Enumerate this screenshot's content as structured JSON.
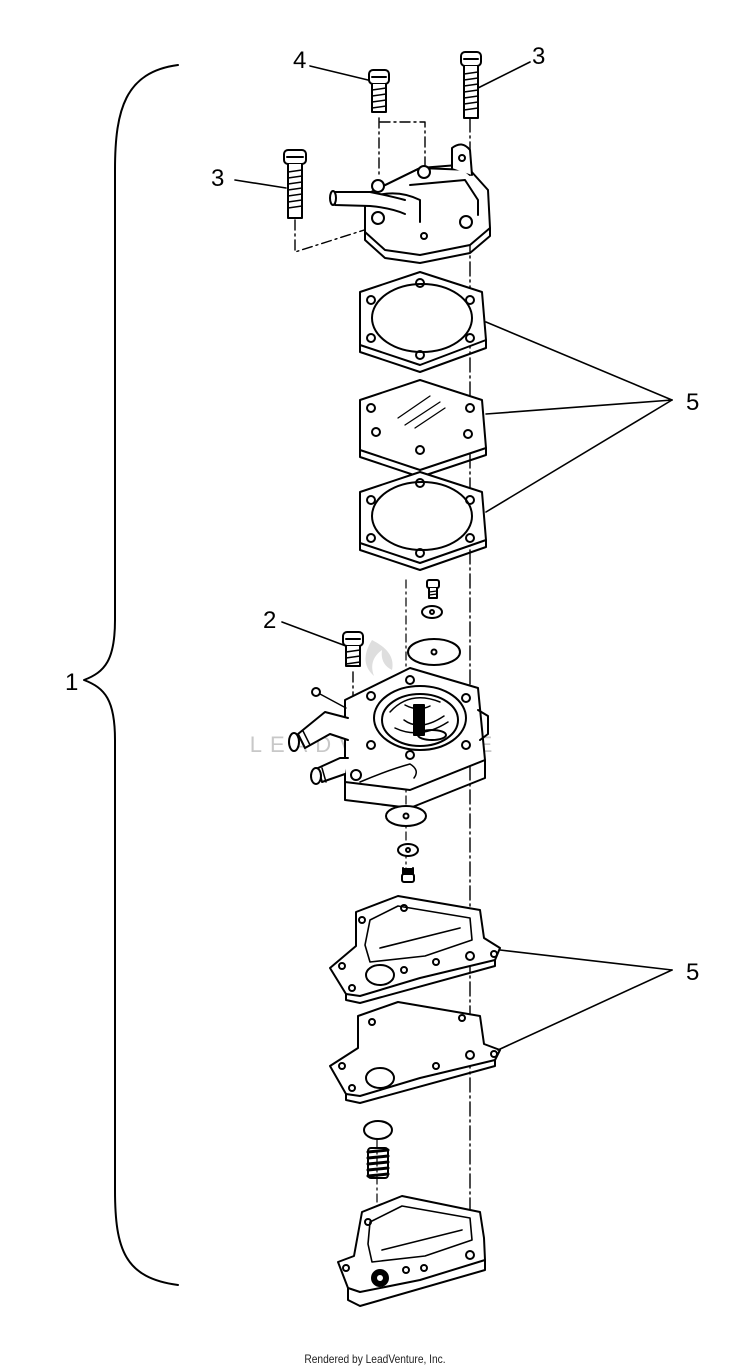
{
  "callouts": {
    "assembly": "1",
    "screw_lower": "2",
    "screw_top_right": "3",
    "screw_left": "3",
    "screw_top": "4",
    "gasket_upper": "5",
    "gasket_lower": "5"
  },
  "watermark": "LEADVENTURE",
  "footer": "Rendered by LeadVenture, Inc."
}
